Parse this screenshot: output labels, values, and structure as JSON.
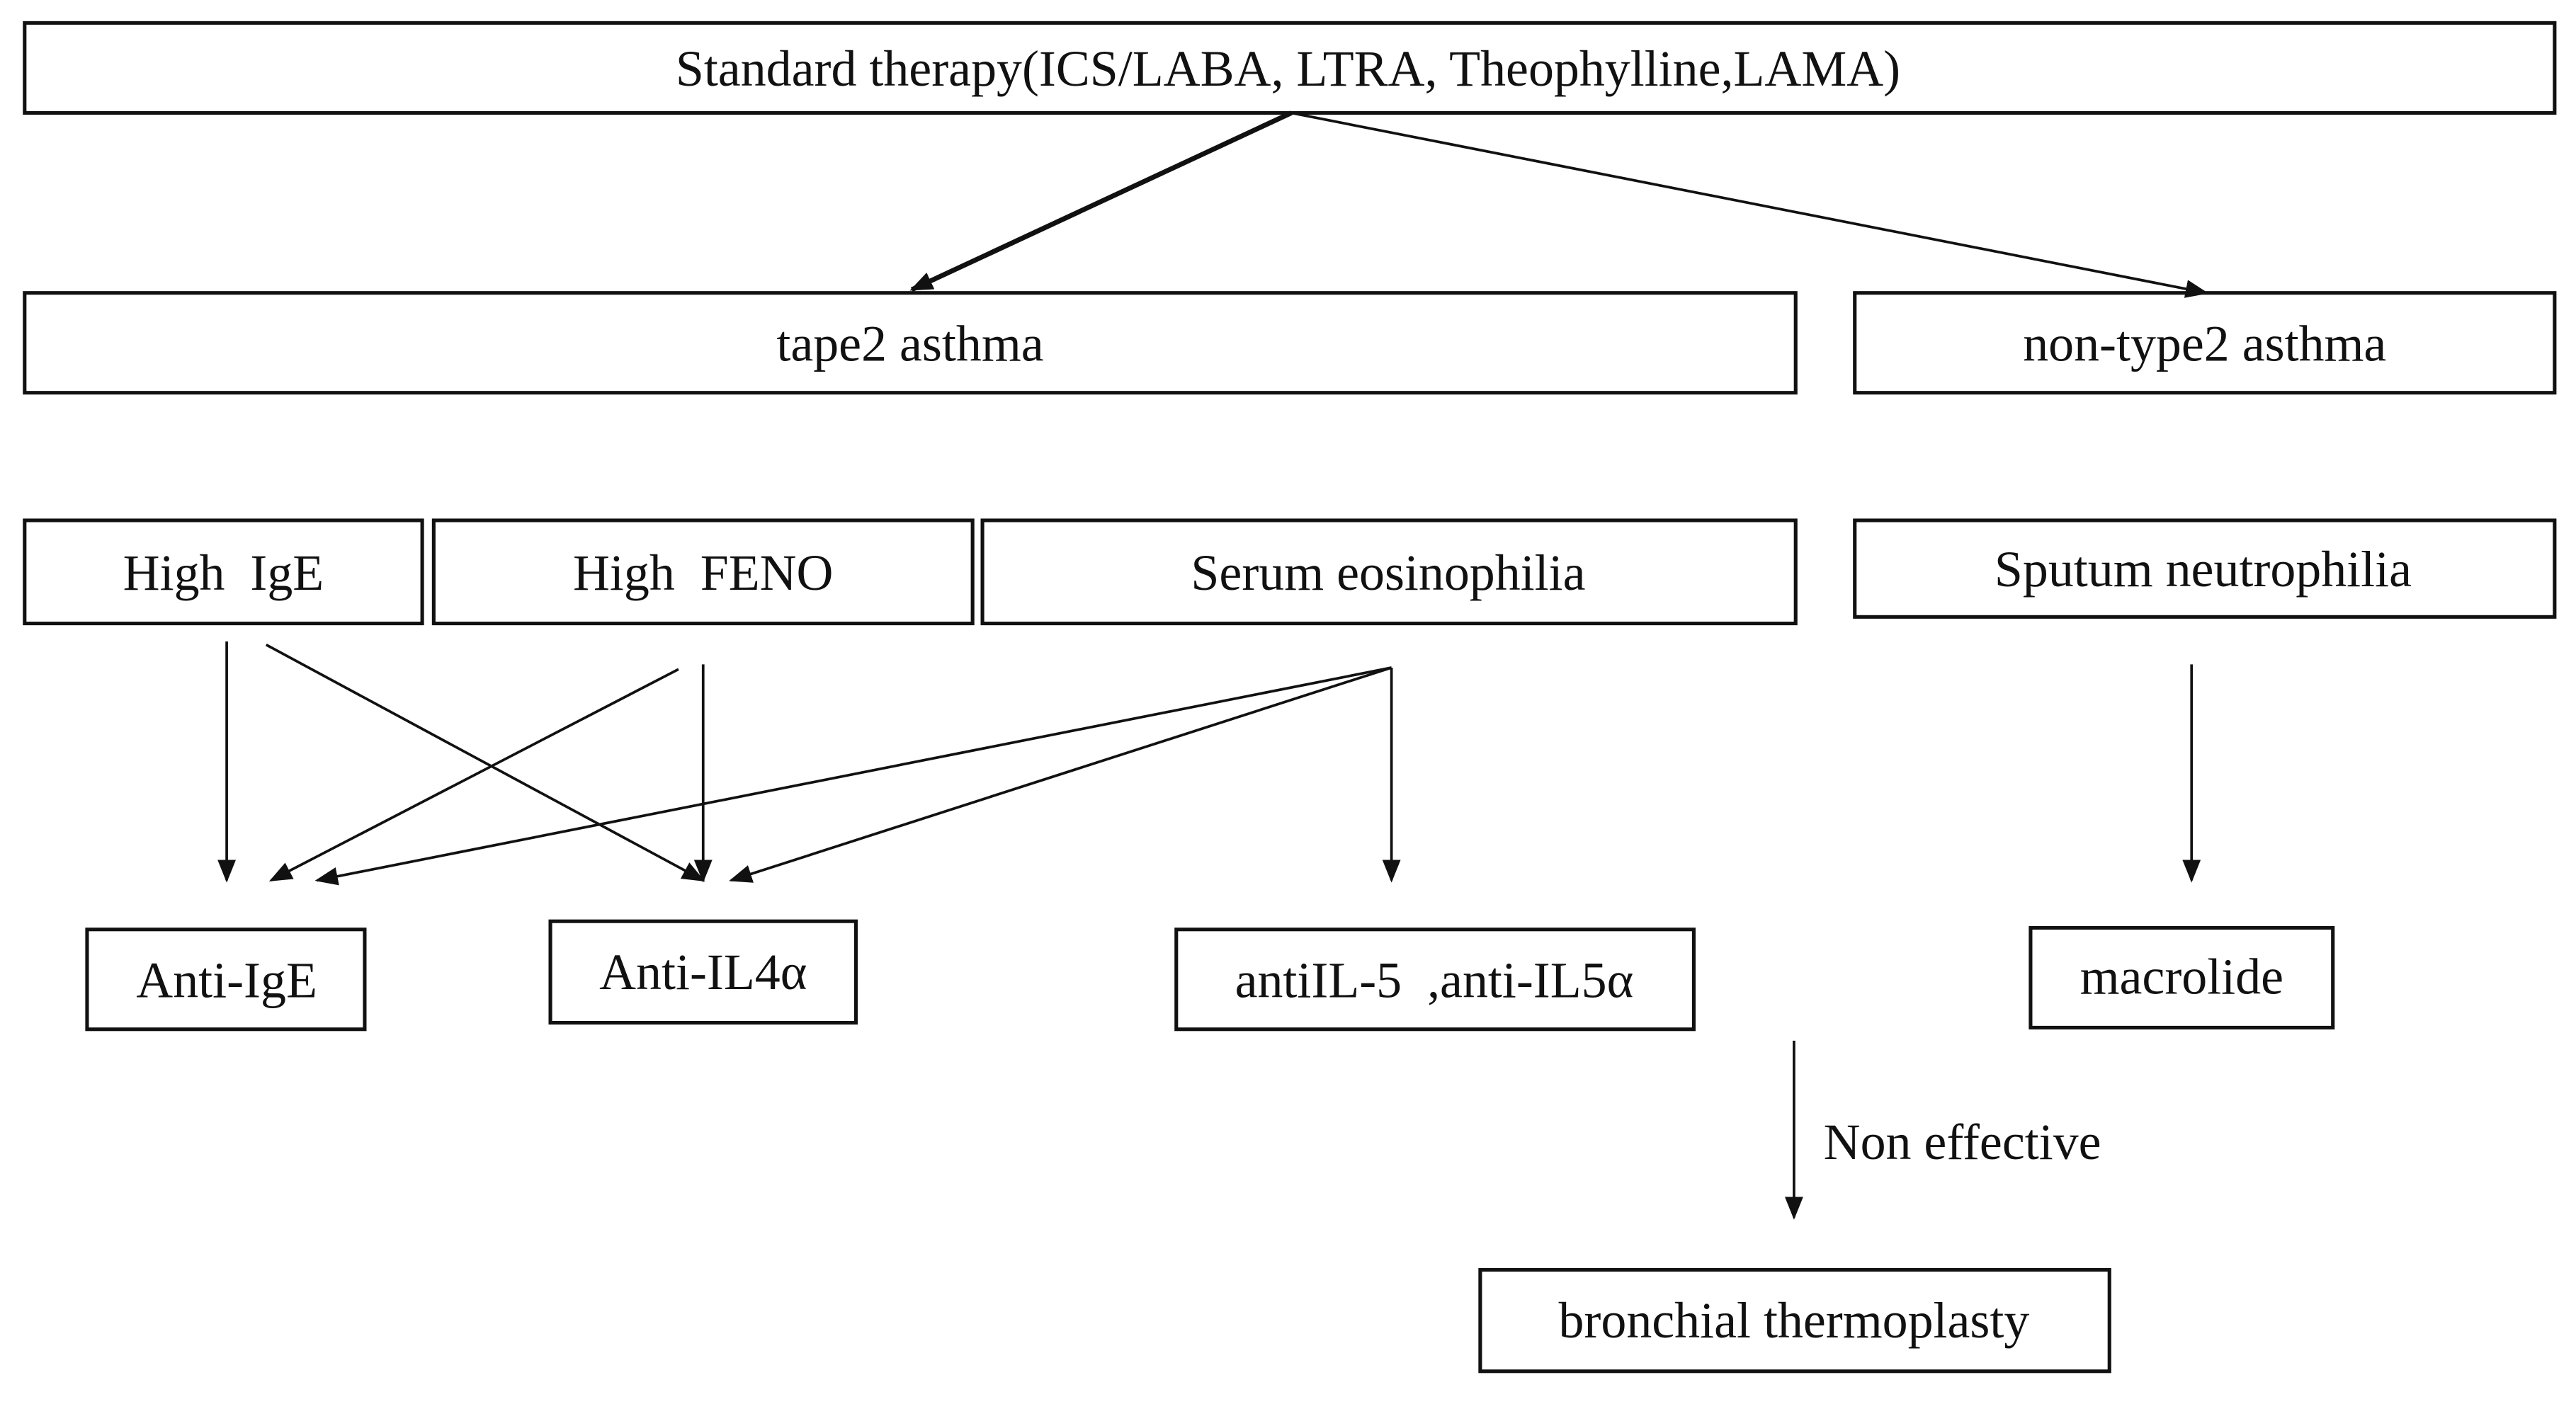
{
  "diagram": {
    "nodes": {
      "standard_therapy": "Standard therapy(ICS/LABA, LTRA, Theophylline,LAMA)",
      "type2_asthma": "tape2 asthma",
      "non_type2_asthma": "non-type2 asthma",
      "high_ige": "High  IgE",
      "high_feno": "High  FENO",
      "serum_eosinophilia": "Serum eosinophilia",
      "sputum_neutrophilia": "Sputum neutrophilia",
      "anti_ige": "Anti-IgE",
      "anti_il4a": "Anti-IL4α",
      "anti_il5": "antiIL-5  ,anti-IL5α",
      "macrolide": "macrolide",
      "bronchial_thermoplasty": "bronchial thermoplasty"
    },
    "edge_labels": {
      "non_effective": "Non effective"
    },
    "edges": [
      {
        "from": "standard_therapy",
        "to": "type2_asthma"
      },
      {
        "from": "standard_therapy",
        "to": "non_type2_asthma"
      },
      {
        "from": "high_ige",
        "to": "anti_ige"
      },
      {
        "from": "high_ige",
        "to": "anti_il4a"
      },
      {
        "from": "high_feno",
        "to": "anti_ige"
      },
      {
        "from": "high_feno",
        "to": "anti_il4a"
      },
      {
        "from": "serum_eosinophilia",
        "to": "anti_ige"
      },
      {
        "from": "serum_eosinophilia",
        "to": "anti_il4a"
      },
      {
        "from": "serum_eosinophilia",
        "to": "anti_il5"
      },
      {
        "from": "sputum_neutrophilia",
        "to": "macrolide"
      },
      {
        "from": "anti_il5",
        "to": "bronchial_thermoplasty",
        "label": "Non effective"
      }
    ]
  }
}
